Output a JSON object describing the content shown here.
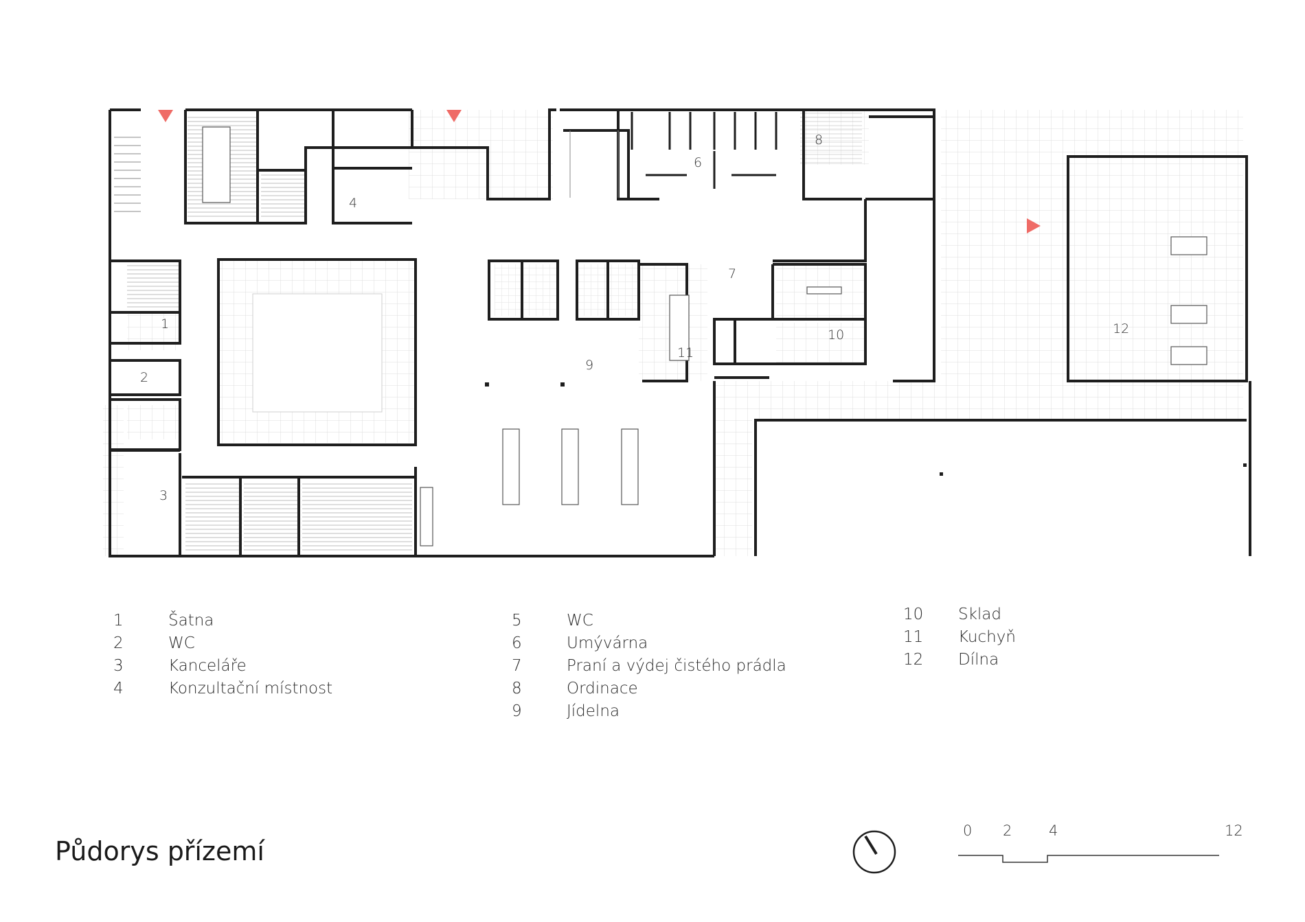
{
  "title": "Půdorys přízemí",
  "legend": {
    "col1": [
      {
        "num": "1",
        "label": "Šatna"
      },
      {
        "num": "2",
        "label": "WC"
      },
      {
        "num": "3",
        "label": "Kanceláře"
      },
      {
        "num": "4",
        "label": "Konzultační místnost"
      }
    ],
    "col2": [
      {
        "num": "5",
        "label": "WC"
      },
      {
        "num": "6",
        "label": "Umývárna"
      },
      {
        "num": "7",
        "label": "Praní a výdej čistého prádla"
      },
      {
        "num": "8",
        "label": "Ordinace"
      },
      {
        "num": "9",
        "label": "Jídelna"
      }
    ],
    "col3": [
      {
        "num": "10",
        "label": "Sklad"
      },
      {
        "num": "11",
        "label": "Kuchyň"
      },
      {
        "num": "12",
        "label": "Dílna"
      }
    ]
  },
  "room_labels": {
    "r1": "1",
    "r2": "2",
    "r3": "3",
    "r4": "4",
    "r6": "6",
    "r7": "7",
    "r8": "8",
    "r9": "9",
    "r10": "10",
    "r11": "11",
    "r12": "12"
  },
  "scale": {
    "t0": "0",
    "t2": "2",
    "t4": "4",
    "t12": "12"
  },
  "colors": {
    "wall": "#1e1e1e",
    "grid": "#d9d9d9",
    "entrance": "#ef6b66"
  },
  "icons": {
    "north": "north-arrow-icon",
    "entrance": "entrance-triangle-icon"
  }
}
